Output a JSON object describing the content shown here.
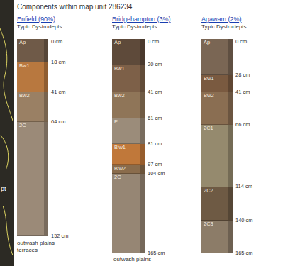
{
  "diagram": {
    "title": "Components within map unit 286234",
    "nodes": [
      {
        "text": [
          "Ap"
        ]
      },
      {
        "text": [
          "Bw1"
        ]
      },
      {
        "text": [
          "Bw2"
        ]
      },
      {
        "text": [
          "2C"
        ]
      },
      {
        "text": [
          "Ap"
        ]
      },
      {
        "text": [
          "Bw1"
        ]
      },
      {
        "text": [
          "Bw2"
        ]
      },
      {
        "text": [
          "E"
        ]
      },
      {
        "text": [
          "B'w1"
        ]
      },
      {
        "text": [
          "B'w2"
        ]
      },
      {
        "text": [
          "2C"
        ]
      },
      {
        "text": [
          "Ap"
        ]
      },
      {
        "text": [
          "Bw1"
        ]
      },
      {
        "text": [
          "Bw2"
        ]
      },
      {
        "text": [
          "2C1"
        ]
      },
      {
        "text": [
          "2C2"
        ]
      },
      {
        "text": [
          "2C3"
        ]
      }
    ],
    "labels": [
      "Enfield (90%)",
      "Typic Dystrudepts",
      "0 cm",
      "18 cm",
      "41 cm",
      "64 cm",
      "152 cm",
      "outwash plains",
      "terraces",
      "Bridgehampton (3%)",
      "Typic Dystrudepts",
      "0 cm",
      "20 cm",
      "41 cm",
      "61 cm",
      "81 cm",
      "97 cm",
      "104 cm",
      "165 cm",
      "outwash plains",
      "Agawam (2%)",
      "Typic Dystrudepts",
      "0 cm",
      "28 cm",
      "41 cm",
      "66 cm",
      "114 cm",
      "140 cm",
      "165 cm",
      "pt"
    ]
  }
}
